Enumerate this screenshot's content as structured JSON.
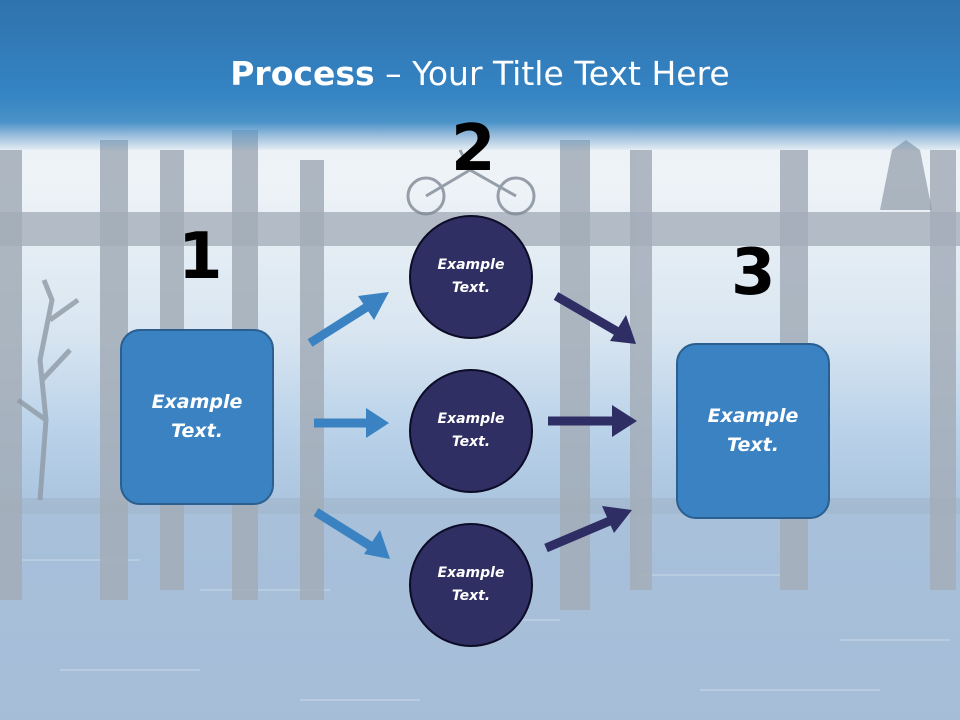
{
  "slide": {
    "title_bold": "Process",
    "title_rest": " – Your Title Text Here"
  },
  "steps": {
    "one": "1",
    "two": "2",
    "three": "3"
  },
  "boxes": {
    "left_line1": "Example",
    "left_line2": "Text.",
    "right_line1": "Example",
    "right_line2": "Text."
  },
  "circles": [
    {
      "line1": "Example",
      "line2": "Text."
    },
    {
      "line1": "Example",
      "line2": "Text."
    },
    {
      "line1": "Example",
      "line2": "Text."
    }
  ],
  "colors": {
    "title_band": "#3584c4",
    "box_fill": "#3a82c2",
    "circle_fill": "#302f64",
    "arrow_light": "#3a82c2",
    "arrow_dark": "#2e2d64"
  }
}
